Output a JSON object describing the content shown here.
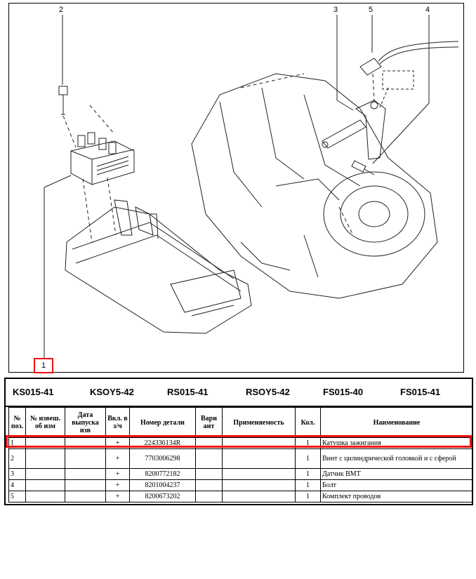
{
  "diagram": {
    "callouts": [
      "2",
      "3",
      "5",
      "4"
    ],
    "selected_callout": "1",
    "accent_color": "#e11111"
  },
  "codes": [
    "KS015-41",
    "KSOY5-42",
    "RS015-41",
    "RSOY5-42",
    "FS015-40",
    "FS015-41"
  ],
  "table": {
    "headers": [
      "№ поз.",
      "№ извеш. об изм",
      "Дата выпуска изв",
      "Вкл. в з/ч",
      "Номер детали",
      "Вари ант",
      "Применяемость",
      "Кол.",
      "Наименование"
    ],
    "rows": [
      {
        "pos": "1",
        "incl": "+",
        "part": "224336134R",
        "qty": "1",
        "name": "Катушка зажигания",
        "selected": true
      },
      {
        "pos": "2",
        "incl": "+",
        "part": "7703006298",
        "qty": "1",
        "name": "Винт с цилиндрической головкой и с сферой"
      },
      {
        "pos": "3",
        "incl": "+",
        "part": "8200772182",
        "qty": "1",
        "name": "Датчик ВМТ"
      },
      {
        "pos": "4",
        "incl": "+",
        "part": "8201004237",
        "qty": "1",
        "name": "Болт"
      },
      {
        "pos": "5",
        "incl": "+",
        "part": "8200673202",
        "qty": "1",
        "name": "Комплект проводов"
      }
    ]
  }
}
